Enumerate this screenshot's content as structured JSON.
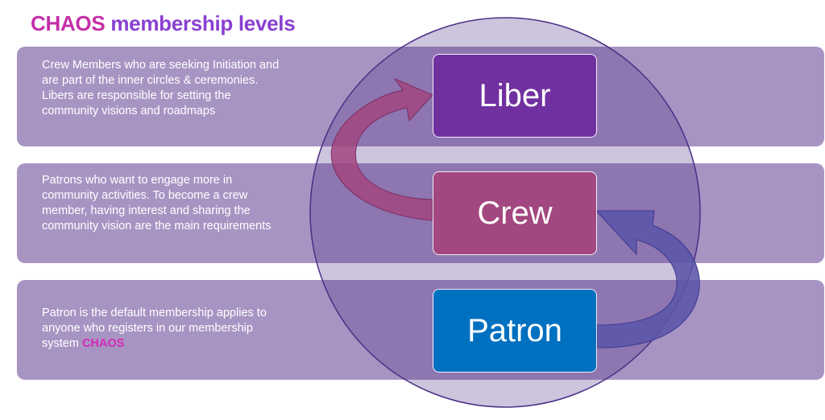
{
  "title": {
    "part1": "CHAOS",
    "part2": "membership levels"
  },
  "levels": [
    {
      "name": "Liber",
      "color": "#7030a0",
      "description": "Crew Members who are seeking Initiation and are part of the inner circles & ceremonies. Libers are responsible for setting the community visions and roadmaps"
    },
    {
      "name": "Crew",
      "color": "#a2477f",
      "description": "Patrons who want to engage more in community activities. To become a crew member, having interest and sharing the community vision are the main requirements"
    },
    {
      "name": "Patron",
      "color": "#0070c0",
      "description_pre": "Patron is the default membership applies to anyone who registers in our membership system",
      "description_highlight": "CHAOS"
    }
  ],
  "colors": {
    "band": "#a894c3",
    "circle": "#4b2a84",
    "arrow_left": "#a2477f",
    "arrow_right": "#5b55a8",
    "title_accent": "#c42fa8",
    "title_main": "#8a3fd1"
  }
}
